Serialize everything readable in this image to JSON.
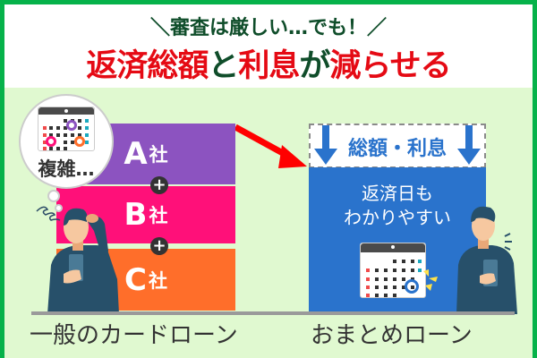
{
  "header": {
    "subtitle": "＼審査は厳しい…でも！／",
    "title_parts": [
      {
        "text": "返済総額",
        "color": "#e50a14"
      },
      {
        "text": "と",
        "color": "#0f4d2a"
      },
      {
        "text": "利息",
        "color": "#e50a14"
      },
      {
        "text": "が",
        "color": "#0f4d2a"
      },
      {
        "text": "減らせる",
        "color": "#e50a14"
      }
    ]
  },
  "left": {
    "thought": "複雑…",
    "companies": [
      {
        "letter": "A",
        "suffix": "社",
        "color": "#8c53c0"
      },
      {
        "letter": "B",
        "suffix": "社",
        "color": "#ff1079"
      },
      {
        "letter": "C",
        "suffix": "社",
        "color": "#ff6e2a"
      }
    ],
    "plus": "+",
    "label": "一般のカードローン"
  },
  "right": {
    "reduce_label": "総額・利息",
    "box_text_line1": "返済日も",
    "box_text_line2": "わかりやすい",
    "label": "おまとめローン"
  },
  "colors": {
    "frame": "#06b24a",
    "background": "#e0f9d0",
    "arrow": "#ff0000",
    "blue": "#2a73cc"
  }
}
